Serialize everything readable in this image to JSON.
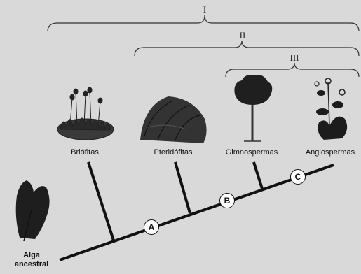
{
  "groups": {
    "one": "I",
    "two": "II",
    "three": "III"
  },
  "taxa": {
    "briofitas": "Briófitas",
    "pteridofitas": "Pteridófitas",
    "gimnospermas": "Gimnospermas",
    "angiospermas": "Angiospermas"
  },
  "base": {
    "line1": "Alga",
    "line2": "ancestral"
  },
  "nodes": {
    "a": "A",
    "b": "B",
    "c": "C"
  },
  "icons": [
    "moss-illustration",
    "fern-illustration",
    "conifer-tree-illustration",
    "flowering-plant-illustration",
    "algae-illustration"
  ]
}
